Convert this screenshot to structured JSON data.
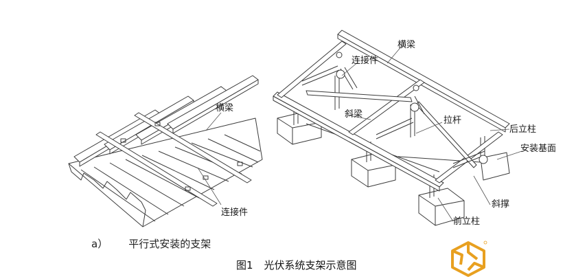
{
  "colors": {
    "line": "#3a3a3a",
    "fill": "#ffffff",
    "logo": "#e8a020"
  },
  "labels": {
    "left_beam": "横梁",
    "left_connector": "连接件",
    "right_beam": "横梁",
    "right_connector": "连接件",
    "diagonal_beam": "斜梁",
    "tie_rod": "拉杆",
    "rear_column": "后立柱",
    "mounting_base": "安装基面",
    "diagonal_brace": "斜撑",
    "front_column": "前立柱"
  },
  "sub_caption": {
    "letter": "a）",
    "text": "平行式安装的支架"
  },
  "figure_caption": {
    "number": "图1",
    "title": "光伏系统支架示意图"
  },
  "logo": {
    "icon": "hexagon-logo-icon"
  }
}
